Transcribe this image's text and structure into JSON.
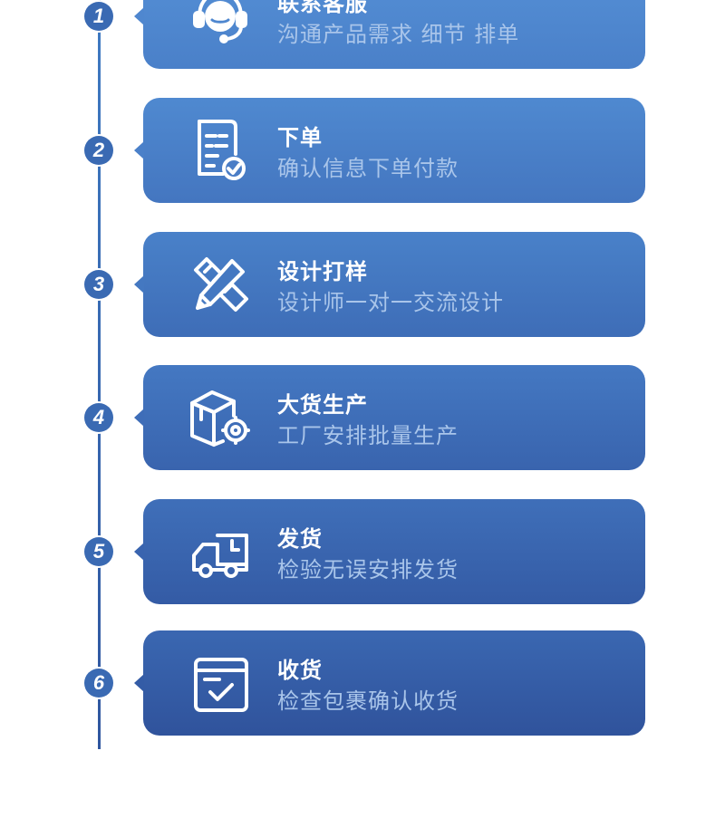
{
  "colors": {
    "timeline": "#3a6ab3",
    "badge_fill": "#3a6ab3",
    "title_text": "#ffffff",
    "desc_text": "#a9c5ea"
  },
  "steps": [
    {
      "number": "1",
      "title": "联系客服",
      "description": "沟通产品需求 细节 排单",
      "icon": "customer-service-headset-icon",
      "card_color_top": "#5590d6",
      "card_color_bottom": "#4a80c9"
    },
    {
      "number": "2",
      "title": "下单",
      "description": "确认信息下单付款",
      "icon": "order-document-check-icon",
      "card_color_top": "#4f89d0",
      "card_color_bottom": "#4476c0"
    },
    {
      "number": "3",
      "title": "设计打样",
      "description": "设计师一对一交流设计",
      "icon": "design-pencil-ruler-icon",
      "card_color_top": "#4981c9",
      "card_color_bottom": "#3e6db7"
    },
    {
      "number": "4",
      "title": "大货生产",
      "description": "工厂安排批量生产",
      "icon": "production-box-gear-icon",
      "card_color_top": "#4478c2",
      "card_color_bottom": "#3964ae"
    },
    {
      "number": "5",
      "title": "发货",
      "description": "检验无误安排发货",
      "icon": "shipping-truck-clock-icon",
      "card_color_top": "#3f6fb9",
      "card_color_bottom": "#345ba5"
    },
    {
      "number": "6",
      "title": "收货",
      "description": "检查包裹确认收货",
      "icon": "receive-package-check-icon",
      "card_color_top": "#3a67b1",
      "card_color_bottom": "#30539c"
    }
  ]
}
